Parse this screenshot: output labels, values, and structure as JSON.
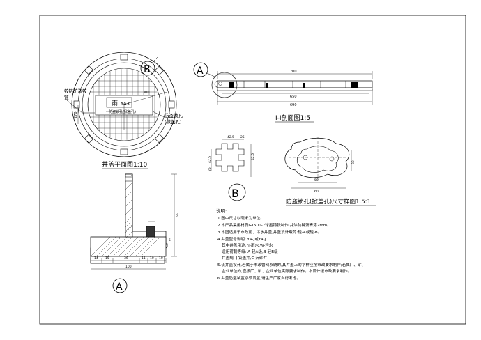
{
  "plan_view": {
    "title": "井盖平面图1:10",
    "cover_text": "雨",
    "cover_code": "YA-C",
    "cover_subtext": "防盗锁孔(掀盖孔)",
    "dim_r1": "300",
    "dim_r2": "270",
    "callout_b": "B",
    "label_left_line1": "铰链防盗铰",
    "label_left_line2": "链",
    "label_right_line1": "防盗锁孔",
    "label_right_line2": "(掀盖孔)"
  },
  "section_view": {
    "title": "I-I剖面图1:5",
    "callout_a": "A",
    "dim_top": "700",
    "dim_mid": "650",
    "dim_bottom": "690"
  },
  "detail_a": {
    "callout": "A",
    "dims_bottom": [
      "14",
      "15",
      "36",
      "11",
      "10",
      "10"
    ],
    "dim_total": "100",
    "dim_height": "55",
    "dim_small": "5"
  },
  "detail_b": {
    "callout": "B",
    "dims_top": [
      "42.5",
      "25"
    ],
    "dims_left": [
      "42.5",
      "25"
    ],
    "dim_right": "42.5"
  },
  "lock_hole": {
    "title": "防盗锁孔(掀盖孔)尺寸样图1.5:1",
    "dim_bottom": "50",
    "dim_width": "60",
    "dim_height": "30"
  },
  "notes": {
    "heading": "说明:",
    "lines": [
      "1.图中尺寸以毫米为单位。",
      "2.本产品采用材质GT500-7球墨铸铁制作,并涂防锈沥青漆2mm。",
      "3.本图适用于市政雨、污水井盖,井盖设计载荷:轻-A或轻-B。",
      "4.井盖型号说明:      YA-J或YA-J",
      "   其中井盖用途:      Y-雨水,W-污水",
      "   适用荷载等级:      A-轻A级,B-轻B级",
      "   井盖规:            J-铰盖井,C-沉砂井",
      "5.该井盖设计,若属于市政管网系统的,其井盖上的字样应按市政要求制作;若属厂、矿、",
      "   企业单位的,应按厂、矿、企业单位实际要求制作。本设计按市政要求制作。",
      "6.井盖防盗装置必须设置,请生产厂家自行考虑。"
    ]
  }
}
